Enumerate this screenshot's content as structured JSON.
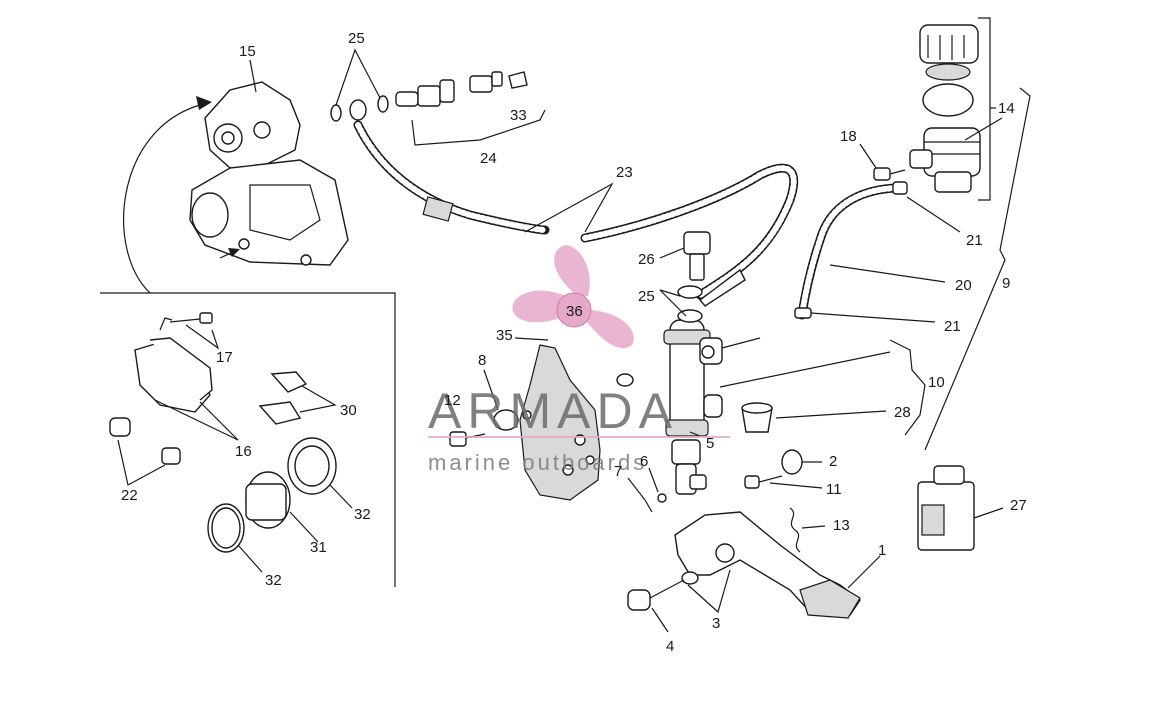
{
  "watermark": {
    "brand": "ARMADA",
    "tagline": "marine outboards",
    "logo_label": "36",
    "logo_color": "#e6a8c8",
    "text_color": "#6b6b6b"
  },
  "callouts": {
    "c1": "1",
    "c2": "2",
    "c3": "3",
    "c4": "4",
    "c5": "5",
    "c6": "6",
    "c7": "7",
    "c8": "8",
    "c9": "9",
    "c10": "10",
    "c11": "11",
    "c12": "12",
    "c13": "13",
    "c14": "14",
    "c15": "15",
    "c16": "16",
    "c17": "17",
    "c18": "18",
    "c20": "20",
    "c21a": "21",
    "c21b": "21",
    "c22": "22",
    "c23": "23",
    "c24": "24",
    "c25a": "25",
    "c25b": "25",
    "c26": "26",
    "c27": "27",
    "c28": "28",
    "c30": "30",
    "c31": "31",
    "c32a": "32",
    "c32b": "32",
    "c33": "33",
    "c35": "35"
  }
}
